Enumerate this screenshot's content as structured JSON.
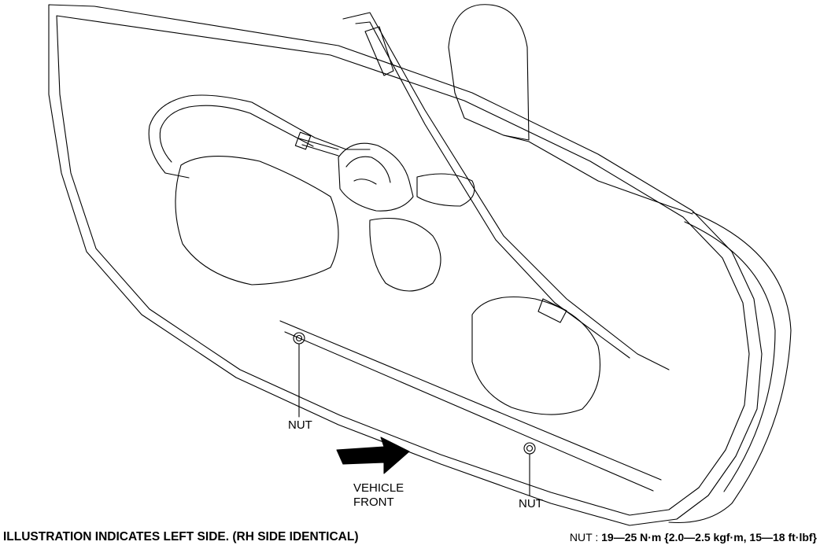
{
  "labels": {
    "nut_left": "NUT",
    "nut_right": "NUT",
    "vehicle_front_line1": "VEHICLE",
    "vehicle_front_line2": "FRONT"
  },
  "footer": {
    "note": "ILLUSTRATION INDICATES LEFT SIDE. (RH SIDE IDENTICAL)",
    "torque_label": "NUT : ",
    "torque_value": "19—25 N·m {2.0—2.5 kgf·m, 15—18 ft·lbf}"
  },
  "colors": {
    "line": "#000000",
    "background": "#ffffff"
  }
}
